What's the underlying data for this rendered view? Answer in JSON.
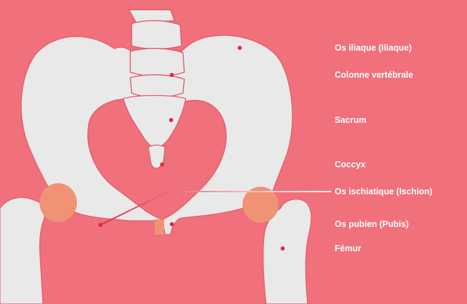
{
  "colors": {
    "background": "#f0707c",
    "bone": "#e9e9e9",
    "outline": "#e35b67",
    "cartilage": "#f09274",
    "pointer": "#e2264f",
    "label_text": "#ffffff"
  },
  "labels": [
    {
      "id": "iliaque",
      "text": "Os iliaque (Iliaque)"
    },
    {
      "id": "colonne",
      "text": "Colonne vertébrale"
    },
    {
      "id": "sacrum",
      "text": "Sacrum"
    },
    {
      "id": "coccyx",
      "text": "Coccyx"
    },
    {
      "id": "ischion",
      "text": "Os ischiatique (Ischion)"
    },
    {
      "id": "pubis",
      "text": "Os pubien (Pubis)"
    },
    {
      "id": "femur",
      "text": "Fémur"
    }
  ]
}
